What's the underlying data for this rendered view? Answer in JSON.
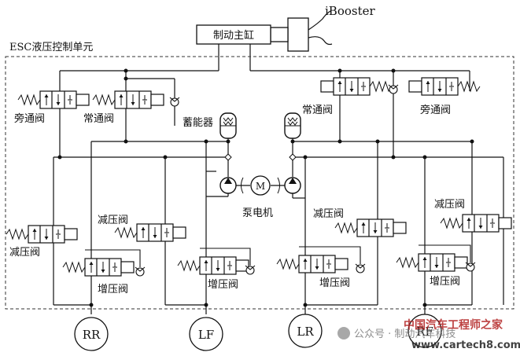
{
  "title_unit": "ESC液压控制单元",
  "booster": "iBooster",
  "master_cylinder": "制动主缸",
  "accumulator_label": "蓄能器",
  "pump_motor_label": "泵电机",
  "motor_symbol": "M",
  "valves": {
    "bypass_left": "旁通阀",
    "normal_left": "常通阀",
    "normal_right": "常通阀",
    "bypass_right": "旁通阀",
    "dec_far_left": "减压阀",
    "dec_mid_left": "减压阀",
    "dec_mid_right": "减压阀",
    "dec_far_right": "减压阀",
    "inc_1": "增压阀",
    "inc_2": "增压阀",
    "inc_3": "增压阀",
    "inc_4": "增压阀"
  },
  "wheels": [
    "RR",
    "LF",
    "LR",
    "RF"
  ],
  "watermark": {
    "account": "公众号 · 制动汽车科技",
    "brand": "中国汽车工程师之家",
    "url": "www.cartech8.com"
  },
  "colors": {
    "line": "#111111",
    "watermark": "#7a7a7a",
    "brand_red": "#b22222"
  }
}
